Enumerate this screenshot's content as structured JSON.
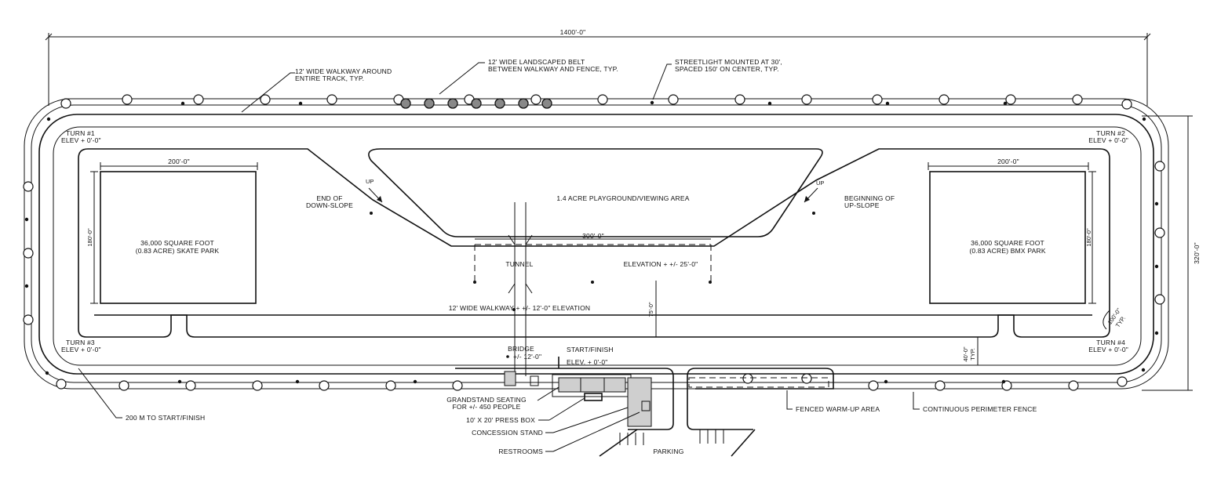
{
  "overall_width": "1400'-0\"",
  "overall_height": "320'-0\"",
  "notes": {
    "walkway": [
      "12' WIDE WALKWAY AROUND",
      "ENTIRE TRACK, TYP."
    ],
    "landscape": [
      "12' WIDE LANDSCAPED BELT",
      "BETWEEN WALKWAY AND FENCE, TYP."
    ],
    "streetlight": [
      "STREETLIGHT MOUNTED AT 30',",
      "SPACED 150' ON CENTER, TYP."
    ]
  },
  "turns": {
    "t1": [
      "TURN #1",
      "ELEV + 0'-0\""
    ],
    "t2": [
      "TURN #2",
      "ELEV + 0'-0\""
    ],
    "t3": [
      "TURN #3",
      "ELEV + 0'-0\""
    ],
    "t4": [
      "TURN #4",
      "ELEV + 0'-0\""
    ]
  },
  "skate": {
    "width": "200'-0\"",
    "height": "180'-0\"",
    "label": [
      "36,000 SQUARE FOOT",
      "(0.83 ACRE) SKATE PARK"
    ]
  },
  "bmx": {
    "width": "200'-0\"",
    "height": "180'-0\"",
    "label": [
      "36,000 SQUARE FOOT",
      "(0.83 ACRE) BMX PARK"
    ]
  },
  "playground": "1.4 ACRE PLAYGROUND/VIEWING AREA",
  "up_left": "UP",
  "up_right": "UP",
  "end_downslope": [
    "END OF",
    "DOWN-SLOPE"
  ],
  "begin_upslope": [
    "BEGINNING OF",
    "UP-SLOPE"
  ],
  "tunnel": "TUNNEL",
  "tunnel_width": "300'-0\"",
  "elevation": "ELEVATION + +/- 25'-0\"",
  "walkway_elev": "12' WIDE WALKWAY + +/- 12'-0\" ELEVATION",
  "dim_75": "75'-0\"",
  "dim_40": [
    "40'-0\"",
    "TYP."
  ],
  "dim_radius": [
    "100'-0\"",
    "TYP."
  ],
  "bridge": [
    "BRIDGE",
    "+/- 12'-0\""
  ],
  "start_finish": [
    "START/FINISH",
    "ELEV. + 0'-0\""
  ],
  "grandstand": [
    "GRANDSTAND SEATING",
    "FOR +/- 450 PEOPLE"
  ],
  "pressbox": "10' X 20' PRESS BOX",
  "concession": "CONCESSION STAND",
  "restrooms": "RESTROOMS",
  "parking": "PARKING",
  "warmup": "FENCED WARM-UP AREA",
  "fence": "CONTINUOUS PERIMETER FENCE",
  "to_start": "200 M TO START/FINISH"
}
